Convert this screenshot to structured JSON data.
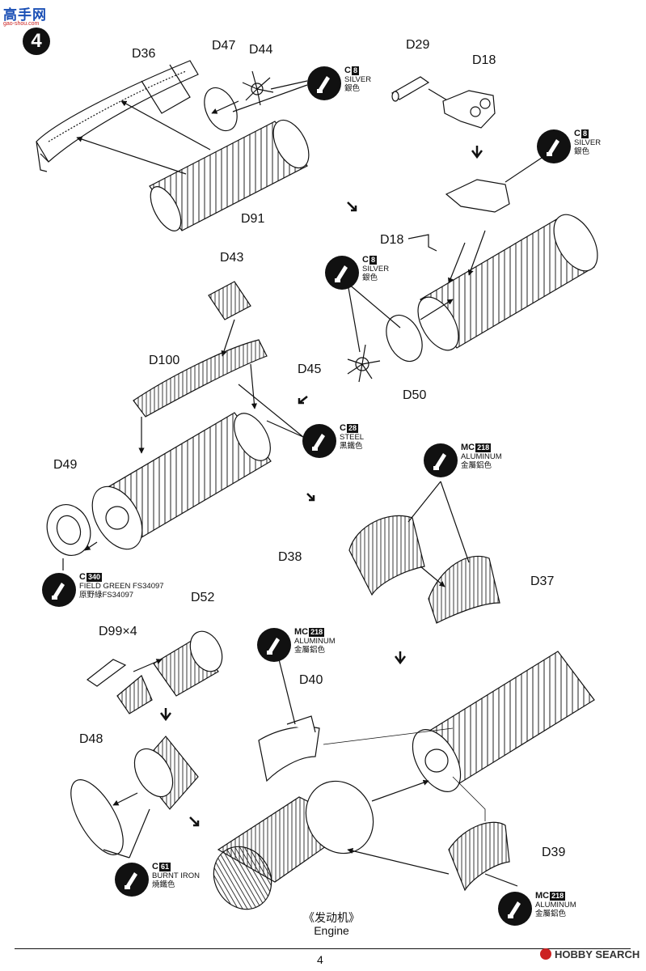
{
  "header": {
    "site_logo": "高手网",
    "site_url": "gao-shou.com",
    "step_number": "4"
  },
  "parts": {
    "d36": "D36",
    "d47": "D47",
    "d44": "D44",
    "d29": "D29",
    "d18_top": "D18",
    "d91": "D91",
    "d18_mid": "D18",
    "d43": "D43",
    "d100": "D100",
    "d45": "D45",
    "d50": "D50",
    "d49": "D49",
    "d38": "D38",
    "d37": "D37",
    "d52": "D52",
    "d99": "D99×4",
    "d40": "D40",
    "d48": "D48",
    "d39": "D39"
  },
  "paints": {
    "silver_1": {
      "code": "C",
      "num": "8",
      "en": "SILVER",
      "cn": "銀色"
    },
    "silver_2": {
      "code": "C",
      "num": "8",
      "en": "SILVER",
      "cn": "銀色"
    },
    "silver_3": {
      "code": "C",
      "num": "8",
      "en": "SILVER",
      "cn": "銀色"
    },
    "steel": {
      "code": "C",
      "num": "28",
      "en": "STEEL",
      "cn": "黑鐵色"
    },
    "aluminum_1": {
      "code": "MC",
      "num": "218",
      "en": "ALUMINUM",
      "cn": "金屬鋁色"
    },
    "field_green": {
      "code": "C",
      "num": "340",
      "en": "FIELD GREEN FS34097",
      "cn": "原野綠FS34097"
    },
    "aluminum_2": {
      "code": "MC",
      "num": "218",
      "en": "ALUMINUM",
      "cn": "金屬鋁色"
    },
    "burnt_iron": {
      "code": "C",
      "num": "61",
      "en": "BURNT IRON",
      "cn": "燒鐵色"
    },
    "aluminum_3": {
      "code": "MC",
      "num": "218",
      "en": "ALUMINUM",
      "cn": "金屬鋁色"
    }
  },
  "caption": {
    "cn": "《发动机》",
    "en": "Engine"
  },
  "footer": {
    "page_number": "4",
    "watermark": "HOBBY SEARCH"
  },
  "colors": {
    "ink": "#111111",
    "logo_blue": "#1a4fb5",
    "watermark_red": "#cc2222"
  }
}
